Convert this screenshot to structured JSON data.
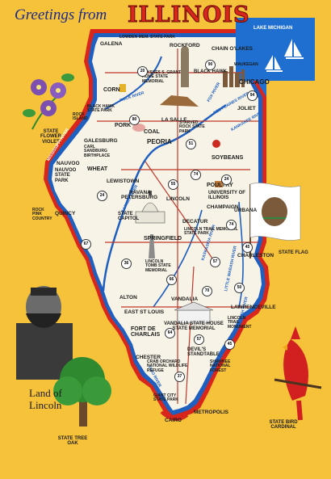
{
  "title": {
    "greeting": "Greetings from",
    "state": "ILLINOIS"
  },
  "colors": {
    "background": "#f6c23a",
    "map_fill": "#f7f3e6",
    "border_red": "#d8261c",
    "river_blue": "#1f5fbf",
    "lake_blue": "#1e6fd0"
  },
  "corner_labels": {
    "state_flower": "STATE FLOWER VIOLET",
    "state_flag": "STATE FLAG",
    "state_bird": "STATE BIRD CARDINAL",
    "state_tree": "STATE TREE OAK",
    "land_of_lincoln_line1": "Land of",
    "land_of_lincoln_line2": "Lincoln"
  },
  "water_labels": {
    "lake_michigan": "LAKE MICHIGAN",
    "mississippi_river": "MISSISSIPPI RIVER",
    "illinois_river": "ILLINOIS RIVER",
    "ohio_river": "OHIO RIVER",
    "rock_river": "ROCK RIVER",
    "fox_river": "FOX RIVER",
    "des_plaines_river": "DES PLAINES RIVER",
    "kankakee_river": "KANKAKEE RIVER",
    "wabash_river": "WABASH RIVER",
    "kaskaskia_river": "KASKASKIA RIVER",
    "little_wabash_river": "LITTLE WABASH RIVER"
  },
  "places": {
    "lowden": "LOWDEN MEM. STATE PARK",
    "galena": "GALENA",
    "rockford": "ROCKFORD",
    "chain_o_lakes": "CHAIN O'LAKES",
    "grant_home": "ULYSSES S. GRANT HOME STATE MEMORIAL",
    "black_hawk": "BLACK HAWK",
    "chicago": "CHICAGO",
    "waukegan": "WAUKEGAN",
    "corn": "CORN",
    "black_hawk_park": "BLACK HAWK STATE PARK",
    "rock_island": "ROCK ISLAND",
    "la_salle": "LA SALLE",
    "starved_rock": "STARVED ROCK STATE PARK",
    "joliet": "JOLIET",
    "pork": "PORK",
    "coal": "COAL",
    "galesburg": "GALESBURG",
    "sandburg": "CARL SANDBURG BIRTHPLACE",
    "soybeans": "SOYBEANS",
    "peoria": "PEORIA",
    "nauvoo": "NAUVOO",
    "nauvoo_park": "NAUVOO STATE PARK",
    "wheat": "WHEAT",
    "lewistown": "LEWISTOWN",
    "poultry": "POULTRY",
    "univ_illinois": "UNIVERSITY OF ILLINOIS",
    "quincy": "QUINCY",
    "rock_pink": "ROCK PINK COUNTRY",
    "havana": "HAVANA",
    "petersburg": "PETERSBURG",
    "lincoln": "LINCOLN",
    "champaign": "CHAMPAIGN",
    "urbana": "URBANA",
    "state_capitol": "STATE CAPITOL",
    "decatur": "DECATUR",
    "springfield": "SPRINGFIELD",
    "lincoln_trail_park": "LINCOLN TRAIL MEMORIAL STATE PARK",
    "charleston": "CHARLESTON",
    "lincoln_tomb": "LINCOLN TOMB STATE MEMORIAL",
    "alton": "ALTON",
    "vandalia": "VANDALIA",
    "lawrenceville": "LAWRENCEVILLE",
    "east_st_louis": "EAST ST LOUIS",
    "vandalia_house": "VANDALIA STATE HOUSE STATE MEMORIAL",
    "lincoln_trail_monument": "LINCOLN TRAIL MONUMENT",
    "fort_de_chartres": "FORT DE CHARLAIS",
    "chester": "CHESTER",
    "devils_standtable": "DEVIL'S STANDTABLE",
    "crab_orchard": "CRAB ORCHARD NATIONAL WILDLIFE REFUGE",
    "shawnee": "SHAWNEE NATIONAL FOREST",
    "giant_city": "GIANT CITY STATE PARK",
    "metropolis": "METROPOLIS",
    "cairo": "CAIRO"
  },
  "routes": [
    "20",
    "90",
    "94",
    "80",
    "51",
    "74",
    "24",
    "55",
    "67",
    "74",
    "36",
    "57",
    "50",
    "64",
    "70",
    "57",
    "24",
    "45",
    "66",
    "45",
    "37"
  ]
}
